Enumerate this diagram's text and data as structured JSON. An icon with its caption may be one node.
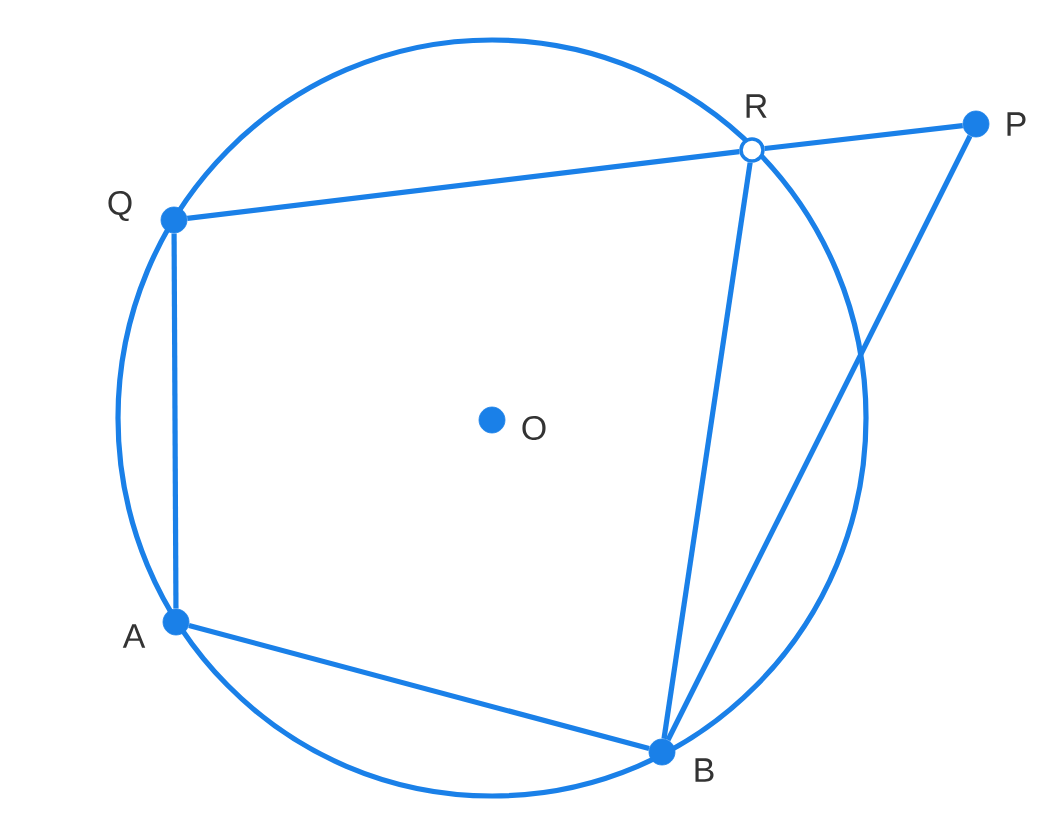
{
  "diagram": {
    "nodes": [
      {
        "text": [],
        "shape": "circle",
        "beside": [
          "Q"
        ]
      },
      {
        "text": [],
        "shape": "ring",
        "beside": [
          "R"
        ]
      },
      {
        "text": [],
        "shape": "circle",
        "beside": [
          "P"
        ]
      },
      {
        "text": [],
        "shape": "circle",
        "beside": [
          "O"
        ]
      },
      {
        "text": [],
        "shape": "circle",
        "beside": [
          "A"
        ]
      },
      {
        "text": [],
        "shape": "circle",
        "beside": [
          "B"
        ]
      }
    ],
    "edges": [
      {
        "from": 0,
        "to": 1,
        "arrow": "none"
      },
      {
        "from": 1,
        "to": 2,
        "arrow": "none"
      },
      {
        "from": 0,
        "to": 4,
        "arrow": "none"
      },
      {
        "from": 4,
        "to": 5,
        "arrow": "none"
      },
      {
        "from": 5,
        "to": 1,
        "arrow": "none"
      },
      {
        "from": 5,
        "to": 2,
        "arrow": "none"
      }
    ]
  }
}
